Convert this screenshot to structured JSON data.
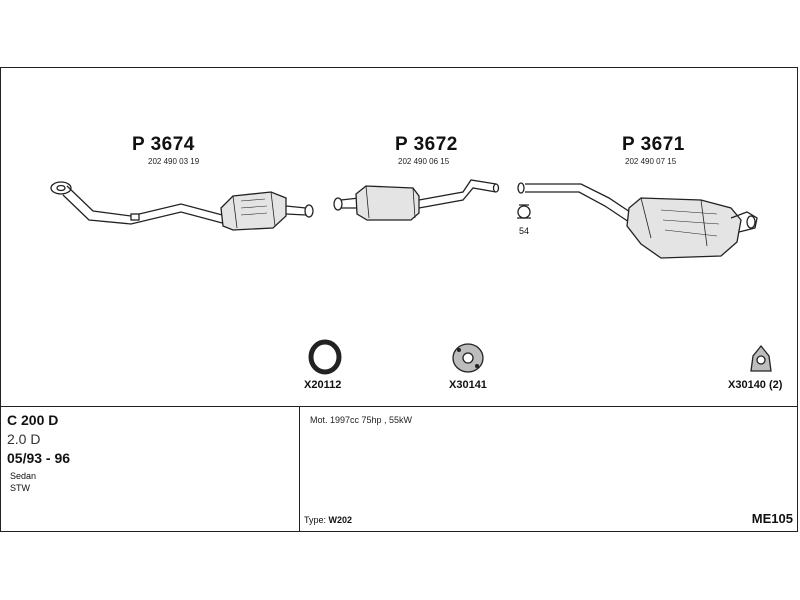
{
  "parts": [
    {
      "part_number": "P 3674",
      "oem_number": "202 490 03 19"
    },
    {
      "part_number": "P 3672",
      "oem_number": "202 490 06 15"
    },
    {
      "part_number": "P 3671",
      "oem_number": "202 490 07 15"
    }
  ],
  "clamp_label": "54",
  "mounting_kits": [
    {
      "code": "X20112"
    },
    {
      "code": "X30141"
    },
    {
      "code": "X30140 (2)"
    }
  ],
  "vehicle": {
    "model": "C 200 D",
    "engine": "2.0 D",
    "years": "05/93 - 96",
    "body_types": [
      "Sedan",
      "STW"
    ]
  },
  "details": {
    "motor": "Mot. 1997cc 75hp , 55kW",
    "type_label": "Type:",
    "type_value": "W202",
    "catalog_code": "ME105"
  },
  "colors": {
    "line": "#222222",
    "fill_light": "#e4e4e4",
    "fill_mid": "#bdbdbd"
  }
}
